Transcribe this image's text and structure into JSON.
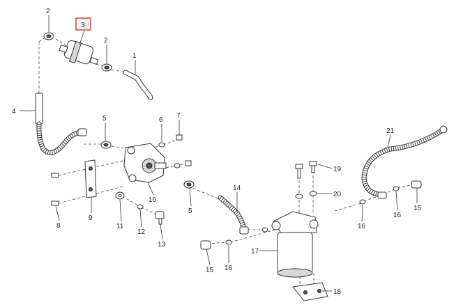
{
  "callouts": {
    "c1": "1",
    "c2a": "2",
    "c2b": "2",
    "c3": "3",
    "c4": "4",
    "c5a": "5",
    "c5b": "5",
    "c6": "6",
    "c7": "7",
    "c8": "8",
    "c9": "9",
    "c10": "10",
    "c11": "11",
    "c12": "12",
    "c13": "13",
    "c14": "14",
    "c15a": "15",
    "c15b": "15",
    "c16a": "16",
    "c16b": "16",
    "c16c": "16",
    "c17": "17",
    "c18": "18",
    "c19": "19",
    "c20": "20",
    "c21": "21"
  },
  "highlighted_callout": "3",
  "colors": {
    "highlight": "#d9302a"
  }
}
